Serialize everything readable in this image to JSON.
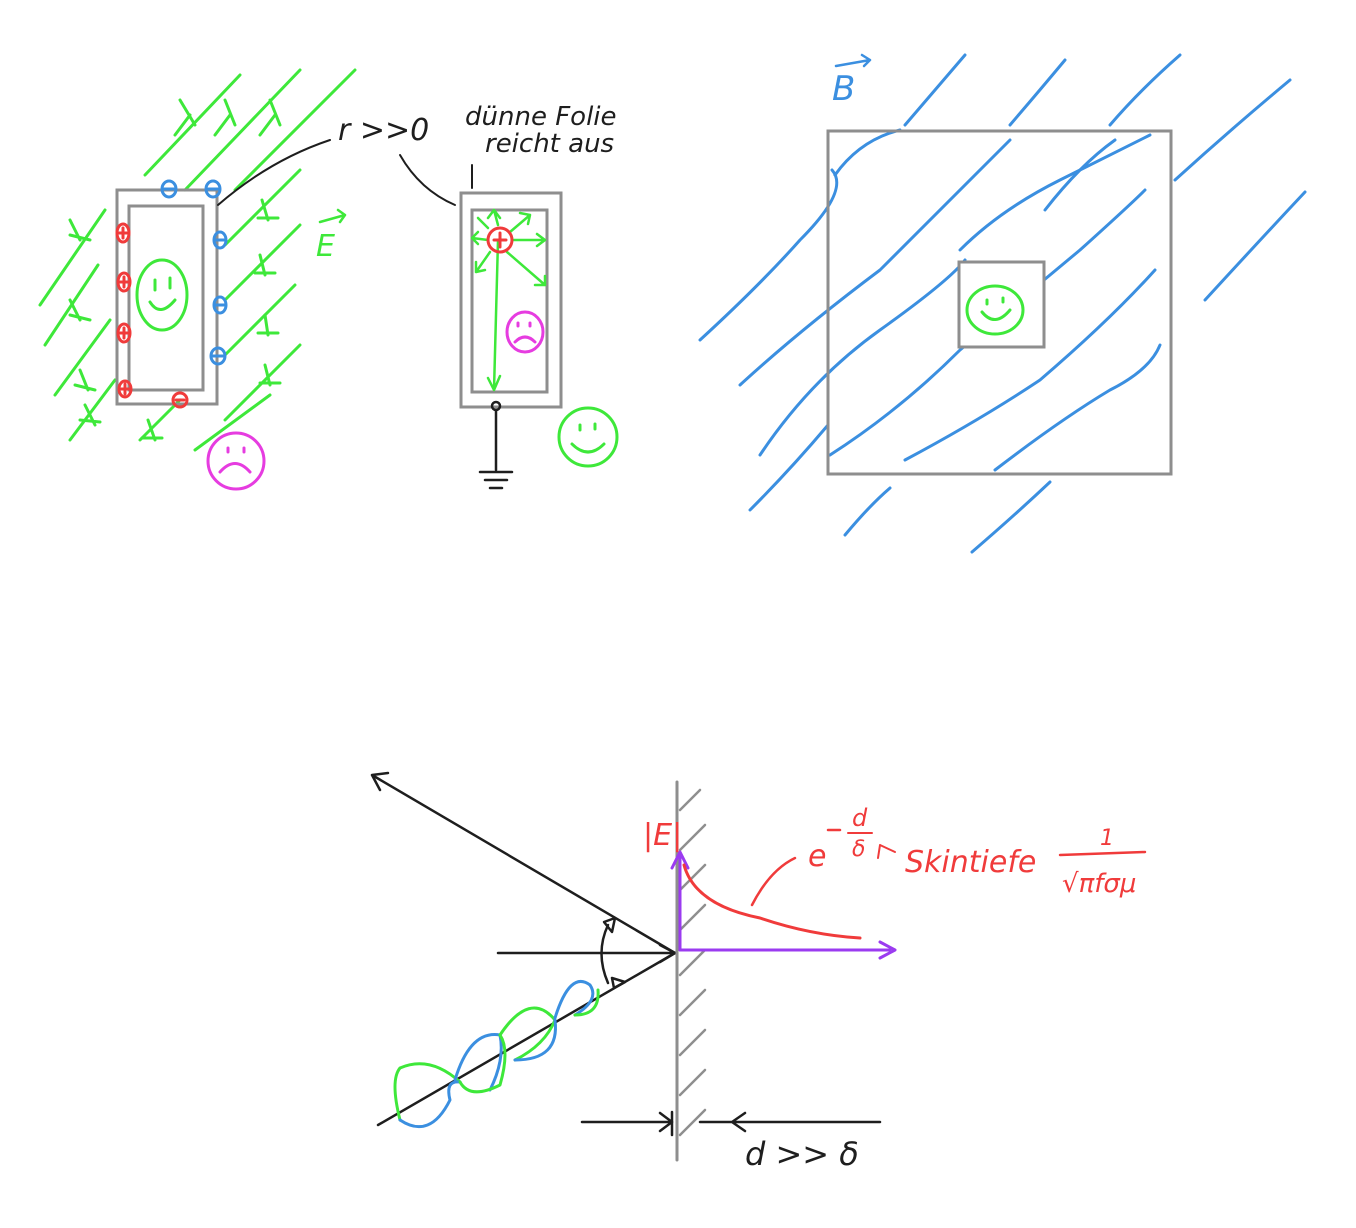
{
  "labels": {
    "e_field": "E",
    "r_condition": "r >>0",
    "foil_line1": "dünne Folie",
    "foil_line2": "reicht aus",
    "b_field": "B",
    "e_abs": "|E|",
    "exp_base": "e",
    "exp_num": "d",
    "exp_den": "δ",
    "skin_depth": "Skintiefe",
    "skin_formula_num": "1",
    "skin_formula_den": "√πfσμ",
    "d_condition": "d >> δ"
  },
  "colors": {
    "green": "#3ee83a",
    "blue": "#3b8fe0",
    "red": "#f03b3b",
    "magenta": "#e63ce0",
    "purple": "#9b3bf0",
    "gray": "#8e8e8e",
    "black": "#1e1e1e"
  },
  "icons": {
    "happy": "happy-face-icon",
    "sad": "sad-face-icon",
    "ground": "ground-symbol-icon"
  }
}
